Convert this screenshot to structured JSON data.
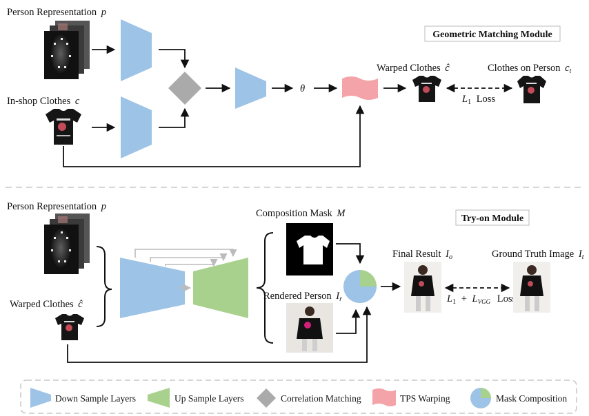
{
  "gmm": {
    "module_title": "Geometric Matching Module",
    "person_rep_label": "Person Representation",
    "person_rep_symbol": "p",
    "inshop_label": "In-shop Clothes",
    "inshop_symbol": "c",
    "theta": "θ",
    "warped_label": "Warped Clothes",
    "warped_symbol": "ĉ",
    "on_person_label": "Clothes on Person",
    "on_person_symbol": "c",
    "on_person_sub": "t",
    "loss_symbol": "L",
    "loss_sub": "1",
    "loss_word": "Loss"
  },
  "tom": {
    "module_title": "Try-on Module",
    "person_rep_label": "Person Representation",
    "person_rep_symbol": "p",
    "warped_label": "Warped Clothes",
    "warped_symbol": "ĉ",
    "mask_label": "Composition Mask",
    "mask_symbol": "M",
    "rendered_label": "Rendered Person",
    "rendered_symbol": "I",
    "rendered_sub": "r",
    "final_label": "Final Result",
    "final_symbol": "I",
    "final_sub": "o",
    "gt_label": "Ground Truth Image",
    "gt_symbol": "I",
    "gt_sub": "t",
    "loss_symbol1": "L",
    "loss_sub1": "1",
    "loss_plus": "+",
    "loss_symbol2": "L",
    "loss_sub2": "VGG",
    "loss_word": "Loss"
  },
  "legend": {
    "down": "Down Sample Layers",
    "up": "Up Sample Layers",
    "corr": "Correlation Matching",
    "tps": "TPS Warping",
    "mask": "Mask Composition"
  },
  "colors": {
    "down_blue": "#9dc3e6",
    "up_green": "#a9d18e",
    "corr_gray": "#aaaaaa",
    "tps_red": "#f4a3a8",
    "dashed_gray": "#c9c9c9"
  }
}
